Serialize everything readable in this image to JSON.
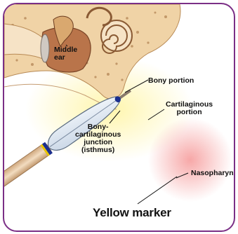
{
  "labels": {
    "middle_ear": [
      "Middle",
      "ear"
    ],
    "bony_portion": "Bony portion",
    "cartilaginous_portion": [
      "Cartilaginous",
      "portion"
    ],
    "junction": [
      "Bony-",
      "cartilaginous",
      "junction",
      "(isthmus)"
    ],
    "nasopharynx": "Nasopharynx",
    "yellow_marker": "Yellow marker"
  },
  "colors": {
    "frame": "#7b2f86",
    "bone": "#f0d3a6",
    "balloon": "#dde7f2",
    "catheter": "#e8c9a2",
    "marker_blue": "#1b2f8e",
    "marker_yellow": "#e8c400"
  }
}
